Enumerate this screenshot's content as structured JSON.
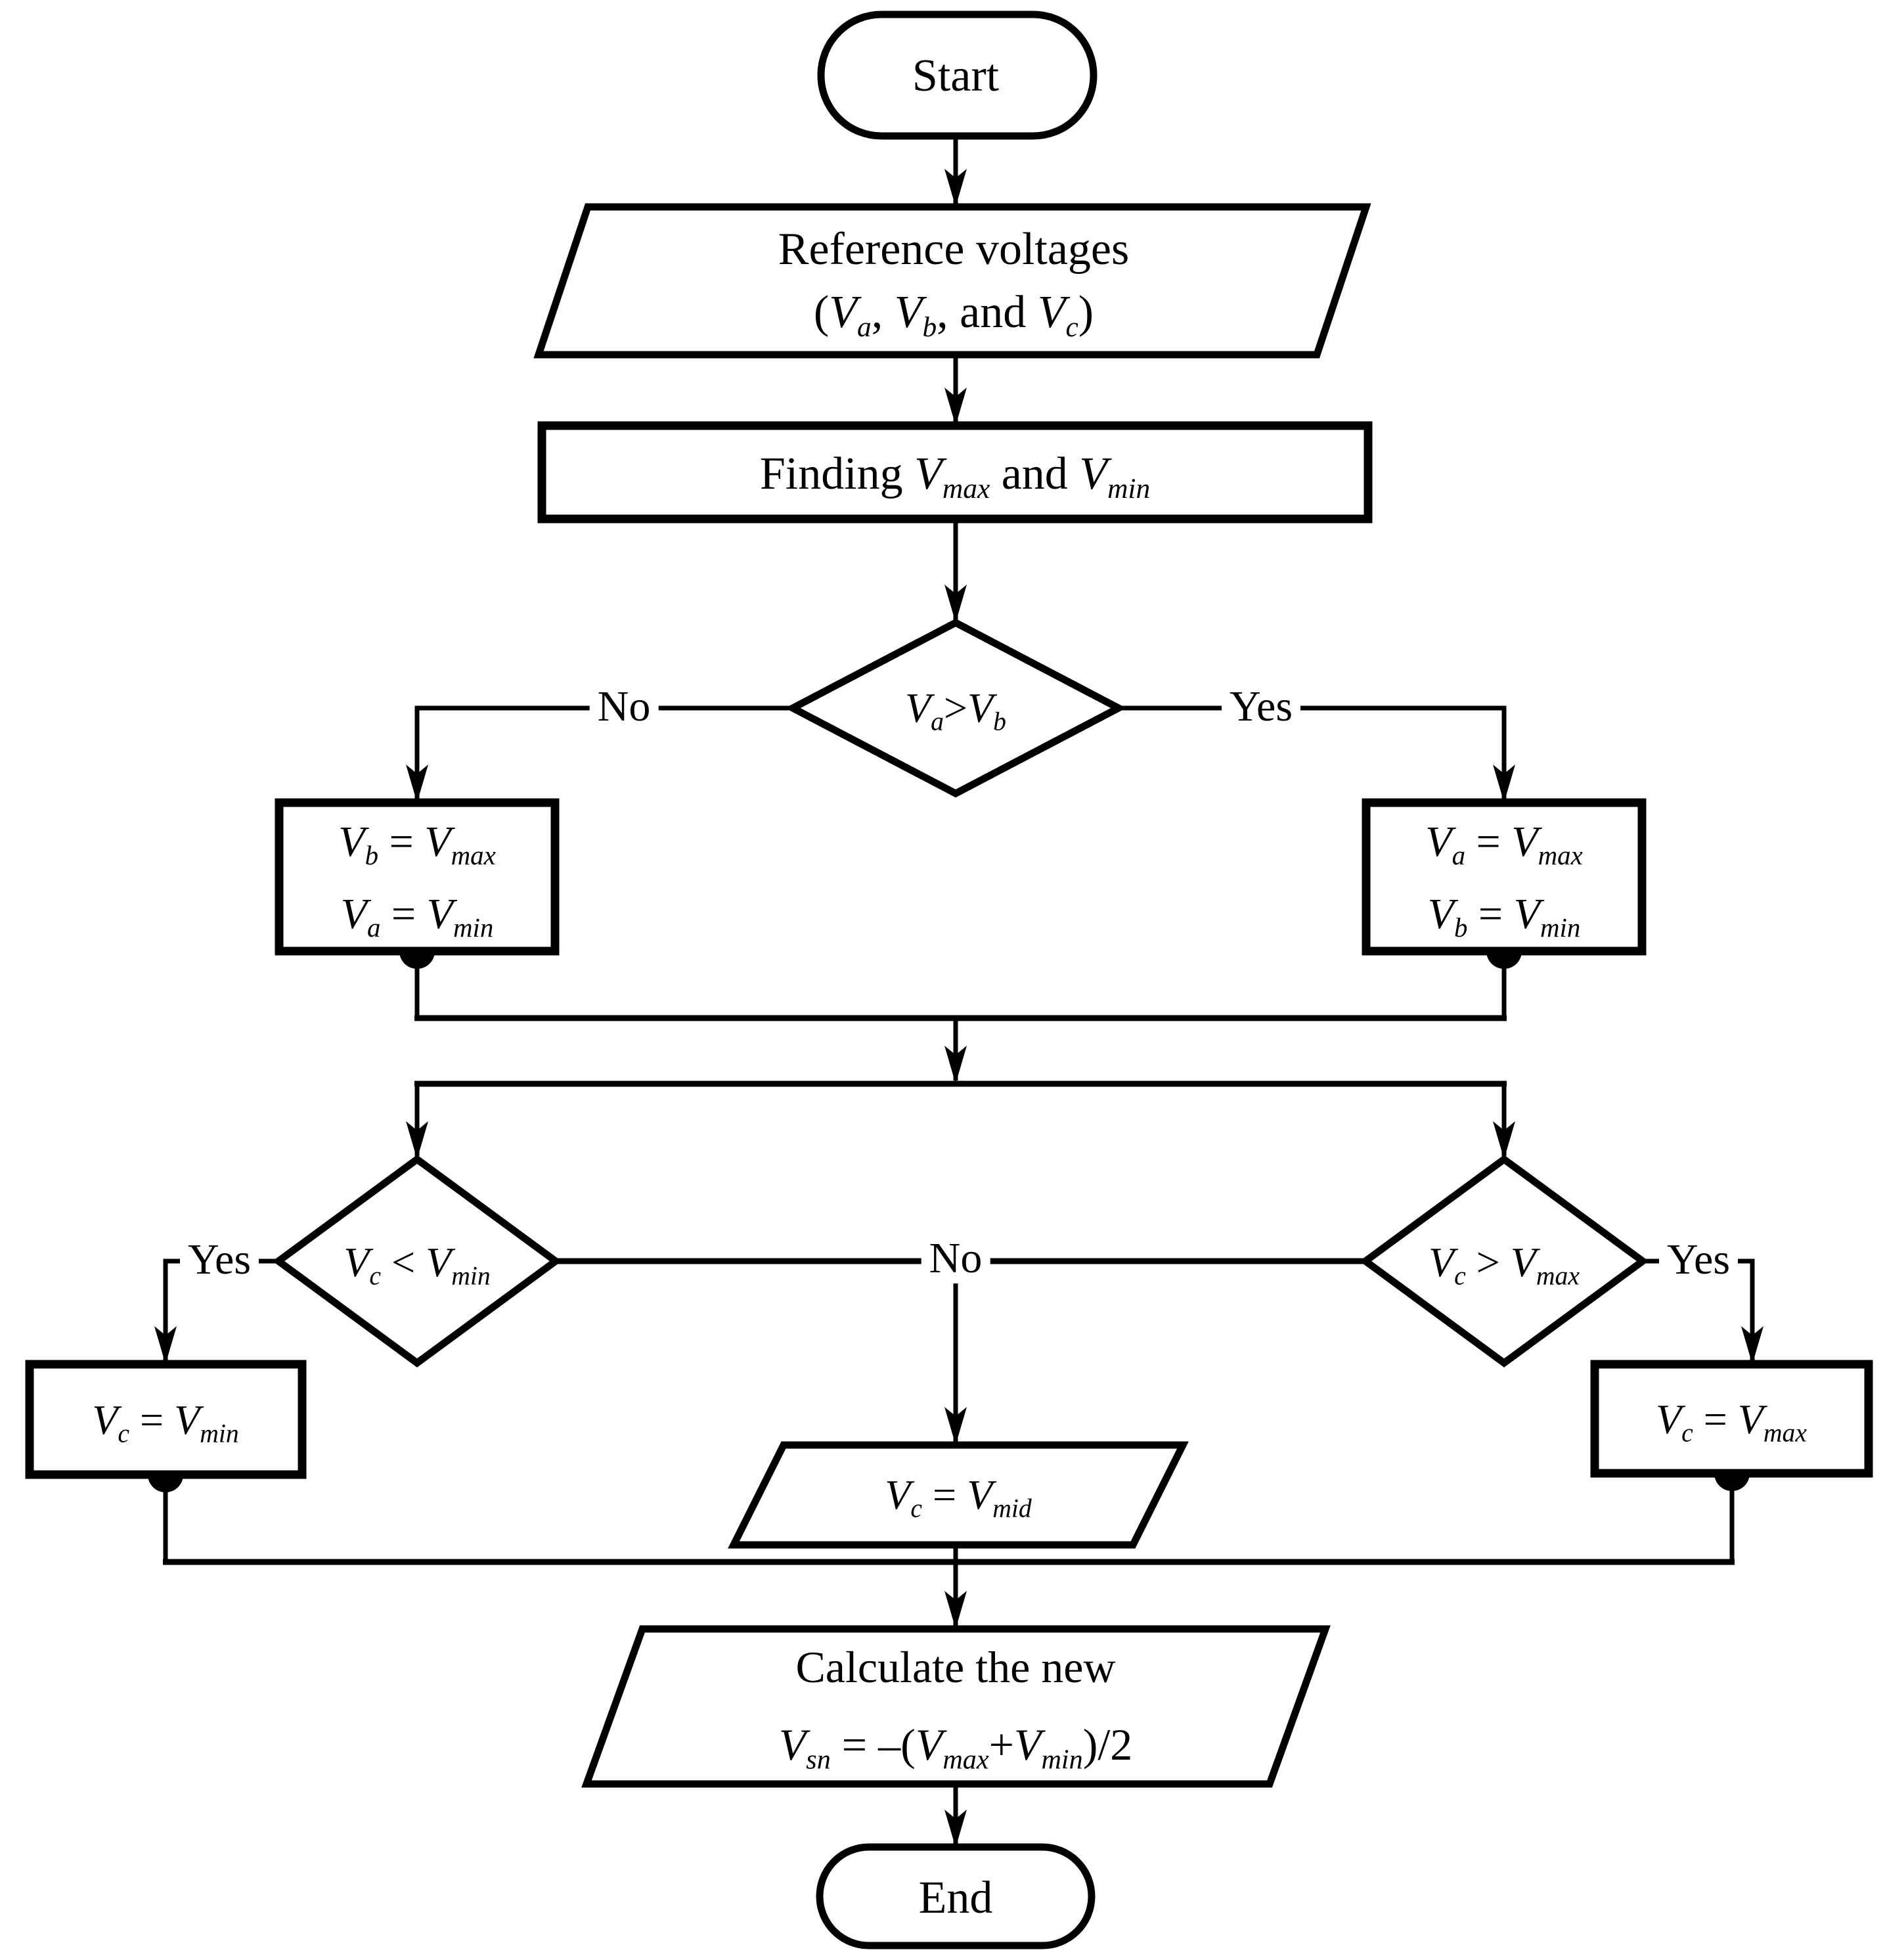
{
  "flowchart": {
    "colors": {
      "stroke": "#000000",
      "background": "#ffffff"
    },
    "nodes": {
      "start": {
        "label": "Start"
      },
      "reference_voltages": {
        "line1": "Reference voltages",
        "line2": "(*V_{a}*, *V_{b}*, and *V_{c}*)"
      },
      "finding_vmax_vmin": {
        "label": "Finding *V_{max}* and *V_{min}*"
      },
      "decision_va_vb": {
        "label": "*V_{a}*>*V_{b}*"
      },
      "assign_vb_max": {
        "line1": "*V_{b}* = *V_{max}*",
        "line2": "*V_{a}* = *V_{min}*"
      },
      "assign_va_max": {
        "line1": "*V_{a}* = *V_{max}*",
        "line2": "*V_{b}* = *V_{min}*"
      },
      "decision_vc_min": {
        "label": "*V_{c}* < *V_{min}*"
      },
      "decision_vc_max": {
        "label": "*V_{c}* > *V_{max}*"
      },
      "assign_vc_min": {
        "label": "*V_{c}* = *V_{min}*"
      },
      "assign_vc_mid": {
        "label": "*V_{c}* = *V_{mid}*"
      },
      "assign_vc_max": {
        "label": "*V_{c}* = *V_{max}*"
      },
      "calculate_vsn": {
        "line1": "Calculate the new",
        "line2": "*V_{sn}* = –(*V_{max}*+*V_{min}*)/2"
      },
      "end": {
        "label": "End"
      }
    },
    "edge_labels": {
      "va_vb_no": "No",
      "va_vb_yes": "Yes",
      "vc_min_yes": "Yes",
      "vc_mid_no": "No",
      "vc_max_yes": "Yes"
    }
  }
}
